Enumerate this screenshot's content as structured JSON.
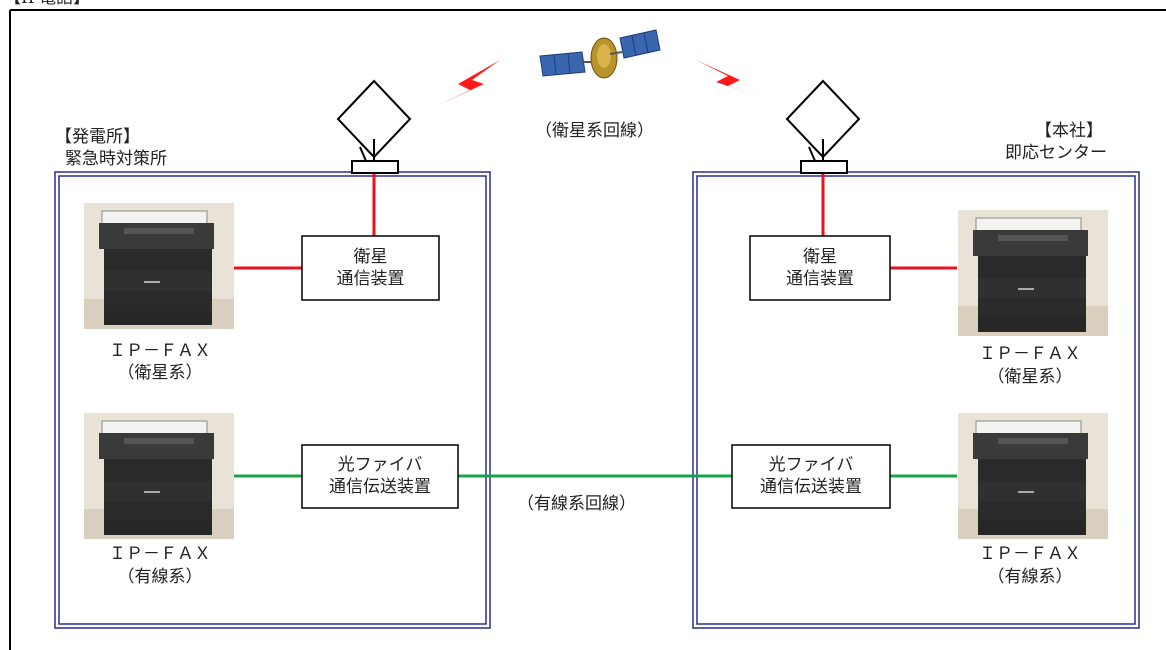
{
  "page": {
    "title_fragment": "【IP電話】"
  },
  "colors": {
    "satellite_line": "#e8131b",
    "wired_line": "#17a447",
    "site_border": "#2a2f8f",
    "lightning": "#ff1a1a",
    "frame": "#000000"
  },
  "satellite": {
    "link_label": "（衛星系回線）",
    "icon": "satellite-icon"
  },
  "wired": {
    "link_label": "（有線系回線）"
  },
  "left_site": {
    "heading": "【発電所】",
    "subheading": "緊急時対策所",
    "sat_device": "衛星\n通信装置",
    "fiber_device": "光ファイバ\n通信伝送装置",
    "fax_sat": {
      "name": "ＩＰ－ＦＡＸ",
      "type": "（衛星系）",
      "icon": "fax-machine-icon"
    },
    "fax_wired": {
      "name": "ＩＰ－ＦＡＸ",
      "type": "（有線系）",
      "icon": "fax-machine-icon"
    }
  },
  "right_site": {
    "heading": "【本社】",
    "subheading": "即応センター",
    "sat_device": "衛星\n通信装置",
    "fiber_device": "光ファイバ\n通信伝送装置",
    "fax_sat": {
      "name": "ＩＰ－ＦＡＸ",
      "type": "（衛星系）",
      "icon": "fax-machine-icon"
    },
    "fax_wired": {
      "name": "ＩＰ－ＦＡＸ",
      "type": "（有線系）",
      "icon": "fax-machine-icon"
    }
  }
}
